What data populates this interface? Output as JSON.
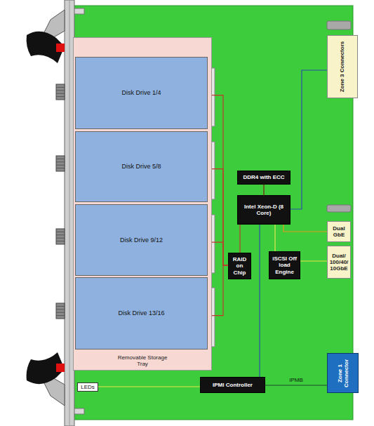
{
  "diagram": {
    "nodes": [
      {
        "text": [
          "Removable Storage Tray"
        ]
      },
      {
        "text": [
          "Disk Drive 1/4"
        ],
        "in": 0
      },
      {
        "text": [
          "Disk Drive 5/8"
        ],
        "in": 0
      },
      {
        "text": [
          "Disk Drive 9/12"
        ],
        "in": 0
      },
      {
        "text": [
          "Disk Drive 13/16"
        ],
        "in": 0
      },
      {
        "text": [
          "Zone 3 Connectors"
        ]
      },
      {
        "text": [
          "DDR4 with ECC"
        ]
      },
      {
        "text": [
          "Intel Xeon-D (8 Core)"
        ]
      },
      {
        "text": [
          "Dual GbE"
        ]
      },
      {
        "text": [
          "RAID on Chip"
        ]
      },
      {
        "text": [
          "iSCSI Off load Engine"
        ]
      },
      {
        "text": [
          "Dual/ 100/40/ 10GbE"
        ]
      },
      {
        "text": [
          "LEDs"
        ]
      },
      {
        "text": [
          "IPMI Controller"
        ]
      },
      {
        "text": [
          "Zone 1 Connector"
        ]
      }
    ],
    "edges": [
      {
        "from": 1,
        "to": 9,
        "arrow": "none"
      },
      {
        "from": 2,
        "to": 9,
        "arrow": "none"
      },
      {
        "from": 3,
        "to": 9,
        "arrow": "none"
      },
      {
        "from": 4,
        "to": 9,
        "arrow": "none"
      },
      {
        "from": 7,
        "to": 6,
        "arrow": "none"
      },
      {
        "from": 7,
        "to": 5,
        "arrow": "none"
      },
      {
        "from": 7,
        "to": 8,
        "arrow": "none"
      },
      {
        "from": 7,
        "to": 9,
        "arrow": "none"
      },
      {
        "from": 7,
        "to": 10,
        "arrow": "none"
      },
      {
        "from": 10,
        "to": 11,
        "arrow": "none"
      },
      {
        "from": 7,
        "to": 13,
        "arrow": "none"
      },
      {
        "from": 13,
        "to": 12,
        "arrow": "none"
      },
      {
        "from": 13,
        "to": 14,
        "label": "IPMB",
        "arrow": "none"
      }
    ]
  }
}
